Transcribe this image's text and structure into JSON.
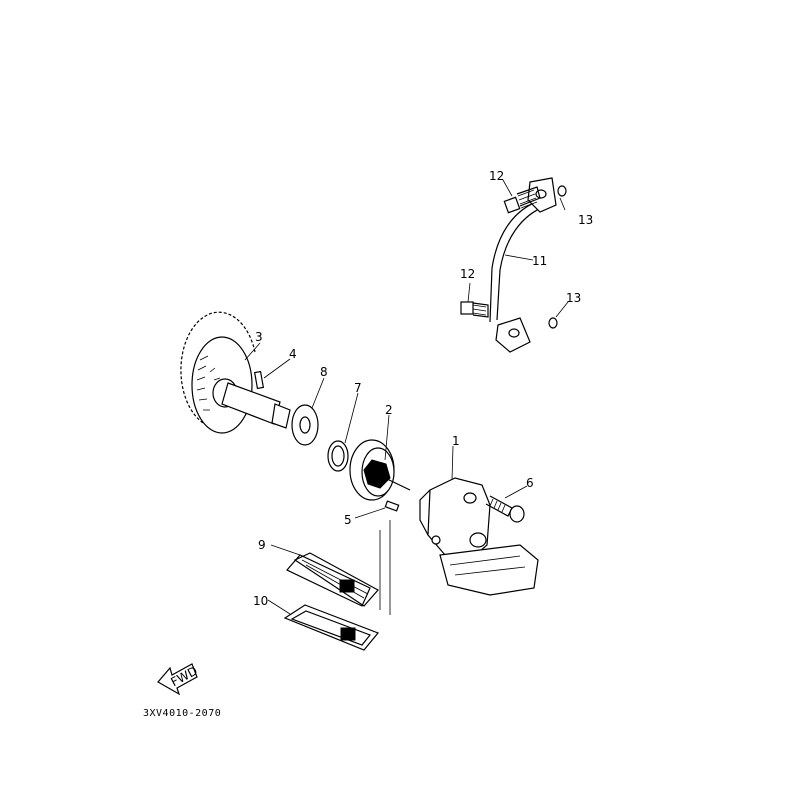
{
  "diagram": {
    "part_code": "3XV4010-2070",
    "fwd_label": "FWD",
    "callouts": {
      "c1": "1",
      "c2": "2",
      "c3": "3",
      "c4": "4",
      "c5": "5",
      "c6": "6",
      "c7": "7",
      "c8": "8",
      "c9": "9",
      "c10": "10",
      "c11": "11",
      "c12a": "12",
      "c12b": "12",
      "c13a": "13",
      "c13b": "13"
    }
  }
}
